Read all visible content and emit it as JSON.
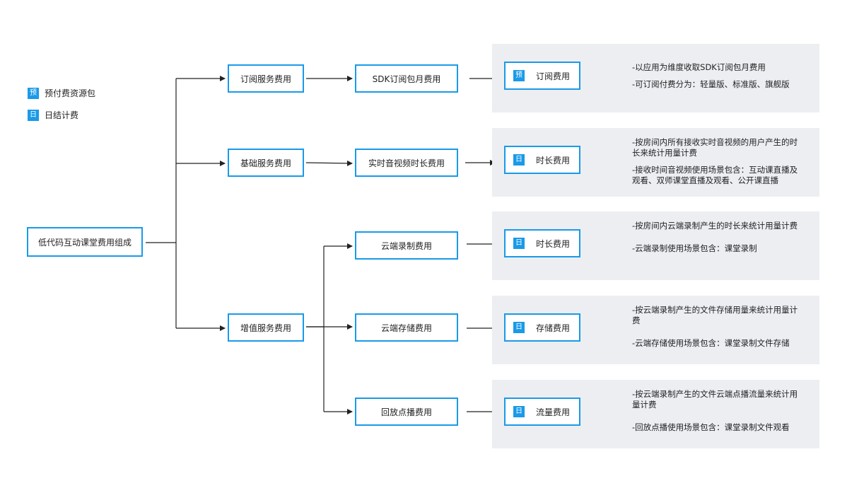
{
  "legend": [
    {
      "badge": "预",
      "label": "预付费资源包"
    },
    {
      "badge": "日",
      "label": "日结计费"
    }
  ],
  "root": {
    "label": "低代码互动课堂费用组成"
  },
  "level1": [
    {
      "label": "订阅服务费用"
    },
    {
      "label": "基础服务费用"
    },
    {
      "label": "增值服务费用"
    }
  ],
  "level2": [
    {
      "label": "SDK订阅包月费用"
    },
    {
      "label": "实时音视频时长费用"
    },
    {
      "label": "云端录制费用"
    },
    {
      "label": "云端存储费用"
    },
    {
      "label": "回放点播费用"
    }
  ],
  "panels": [
    {
      "badge": "预",
      "label": "订阅费用",
      "desc1": "-以应用为维度收取SDK订阅包月费用",
      "desc2": "-可订阅付费分为：轻量版、标准版、旗舰版"
    },
    {
      "badge": "日",
      "label": "时长费用",
      "desc1": "-按房间内所有接收实时音视频的用户产生的时长来统计用量计费",
      "desc2": "-接收时间音视频使用场景包含：互动课直播及观看、双师课堂直播及观看、公开课直播"
    },
    {
      "badge": "日",
      "label": "时长费用",
      "desc1": "-按房间内云端录制产生的时长来统计用量计费",
      "desc2": "-云端录制使用场景包含：课堂录制"
    },
    {
      "badge": "日",
      "label": "存储费用",
      "desc1": "-按云端录制产生的文件存储用量来统计用量计费",
      "desc2": "-云端存储使用场景包含：课堂录制文件存储"
    },
    {
      "badge": "日",
      "label": "流量费用",
      "desc1": "-按云端录制产生的文件云端点播流量来统计用量计费",
      "desc2": "-回放点播使用场景包含：课堂录制文件观看"
    }
  ]
}
